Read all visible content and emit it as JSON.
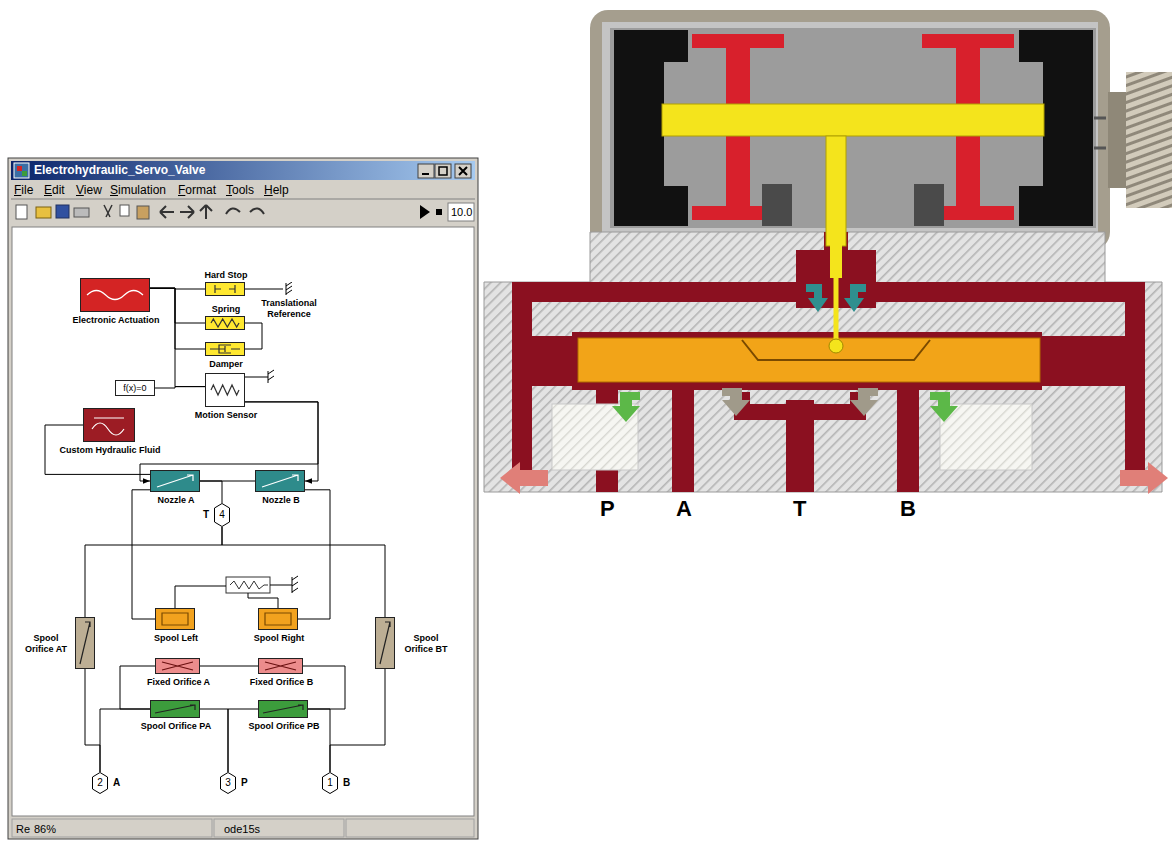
{
  "diagram": {
    "nodes": [
      {
        "text": [
          "Electronic Actuation"
        ]
      },
      {
        "text": [
          "Hard Stop"
        ]
      },
      {
        "text": [
          "Translational Reference"
        ]
      },
      {
        "text": [
          "Spring"
        ]
      },
      {
        "text": [
          "Damper"
        ]
      },
      {
        "text": [
          "f(x)=0"
        ]
      },
      {
        "text": [
          "Motion Sensor"
        ]
      },
      {
        "text": [
          "Custom Hydraulic Fluid"
        ]
      },
      {
        "text": [
          "Nozzle A"
        ]
      },
      {
        "text": [
          "Nozzle B"
        ]
      },
      {
        "text": [
          "T",
          "4"
        ]
      },
      {
        "text": [
          "Spool Orifice AT"
        ]
      },
      {
        "text": [
          "Spool Left"
        ]
      },
      {
        "text": [
          "Spool Right"
        ]
      },
      {
        "text": [
          "Spool Orifice BT"
        ]
      },
      {
        "text": [
          "Fixed Orifice A"
        ]
      },
      {
        "text": [
          "Fixed Orifice B"
        ]
      },
      {
        "text": [
          "Spool Orifice PA"
        ]
      },
      {
        "text": [
          "Spool Orifice PB"
        ]
      },
      {
        "text": [
          "2",
          "A"
        ]
      },
      {
        "text": [
          "3",
          "P"
        ]
      },
      {
        "text": [
          "1",
          "B"
        ]
      }
    ],
    "edges": [
      {
        "from": 0,
        "to": 1,
        "arrow": "none"
      },
      {
        "from": 1,
        "to": 2,
        "arrow": "none"
      },
      {
        "from": 0,
        "to": 3,
        "arrow": "none"
      },
      {
        "from": 0,
        "to": 4,
        "arrow": "none"
      },
      {
        "from": 3,
        "to": 4,
        "arrow": "none"
      },
      {
        "from": 5,
        "to": 6,
        "arrow": "none"
      },
      {
        "from": 0,
        "to": 6,
        "arrow": "none"
      },
      {
        "from": 6,
        "to": 9,
        "arrow": "to"
      },
      {
        "from": 6,
        "to": 8,
        "arrow": "to"
      },
      {
        "from": 7,
        "to": 8,
        "arrow": "none"
      },
      {
        "from": 8,
        "to": 9,
        "arrow": "none"
      },
      {
        "from": 8,
        "to": 10,
        "arrow": "none"
      },
      {
        "from": 10,
        "to": 11,
        "arrow": "none"
      },
      {
        "from": 10,
        "to": 14,
        "arrow": "none"
      },
      {
        "from": 8,
        "to": 12,
        "arrow": "none"
      },
      {
        "from": 9,
        "to": 13,
        "arrow": "none"
      },
      {
        "from": 11,
        "to": 19,
        "arrow": "none"
      },
      {
        "from": 15,
        "to": 17,
        "arrow": "none"
      },
      {
        "from": 17,
        "to": 19,
        "arrow": "none"
      },
      {
        "from": 17,
        "to": 20,
        "arrow": "none"
      },
      {
        "from": 18,
        "to": 20,
        "arrow": "none"
      },
      {
        "from": 18,
        "to": 21,
        "arrow": "none"
      },
      {
        "from": 14,
        "to": 21,
        "arrow": "none"
      },
      {
        "from": 16,
        "to": 18,
        "arrow": "none"
      },
      {
        "from": 15,
        "to": 16,
        "arrow": "none"
      }
    ],
    "labels": [
      "Electrohydraulic_Servo_Valve",
      "File",
      "Edit",
      "View",
      "Simulation",
      "Format",
      "Tools",
      "Help",
      "10.0",
      "Re",
      "86%",
      "ode15s",
      "P",
      "A",
      "T",
      "B"
    ]
  }
}
